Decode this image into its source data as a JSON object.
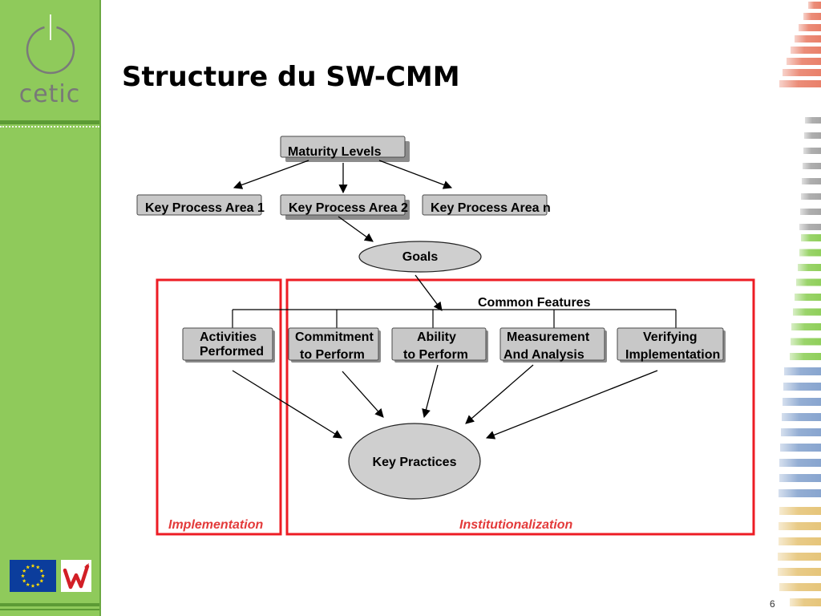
{
  "slide": {
    "title": "Structure du SW-CMM",
    "page_number": "6"
  },
  "sidebar": {
    "logo_text": "cetic",
    "partner_logo_icons": [
      "eu-flag-icon",
      "wallonia-rooster-icon"
    ]
  },
  "diagram": {
    "maturity_levels": "Maturity Levels",
    "key_process_areas": [
      "Key Process Area 1",
      "Key Process Area 2",
      "Key Process Area n"
    ],
    "goals": "Goals",
    "common_features_heading": "Common Features",
    "common_features": [
      {
        "lines": [
          "Activities",
          "Performed"
        ]
      },
      {
        "lines": [
          "Commitment",
          "to Perform"
        ]
      },
      {
        "lines": [
          "Ability",
          "to Perform"
        ]
      },
      {
        "lines": [
          "Measurement",
          "And Analysis"
        ]
      },
      {
        "lines": [
          "Verifying",
          "Implementation"
        ]
      }
    ],
    "key_practices": "Key Practices",
    "groups": {
      "implementation": "Implementation",
      "institutionalization": "Institutionalization"
    }
  },
  "theme": {
    "sidebar_green": "#8fca5b",
    "sidebar_dark_green": "#5c9b35",
    "frame_red": "#ed1c24",
    "label_red": "#e33a3a",
    "node_fill": "#c8c8c8",
    "decor_stripes": [
      "#e9806a",
      "#a6a6a6",
      "#8fcf5a",
      "#88a5cf",
      "#e6c57a"
    ]
  }
}
